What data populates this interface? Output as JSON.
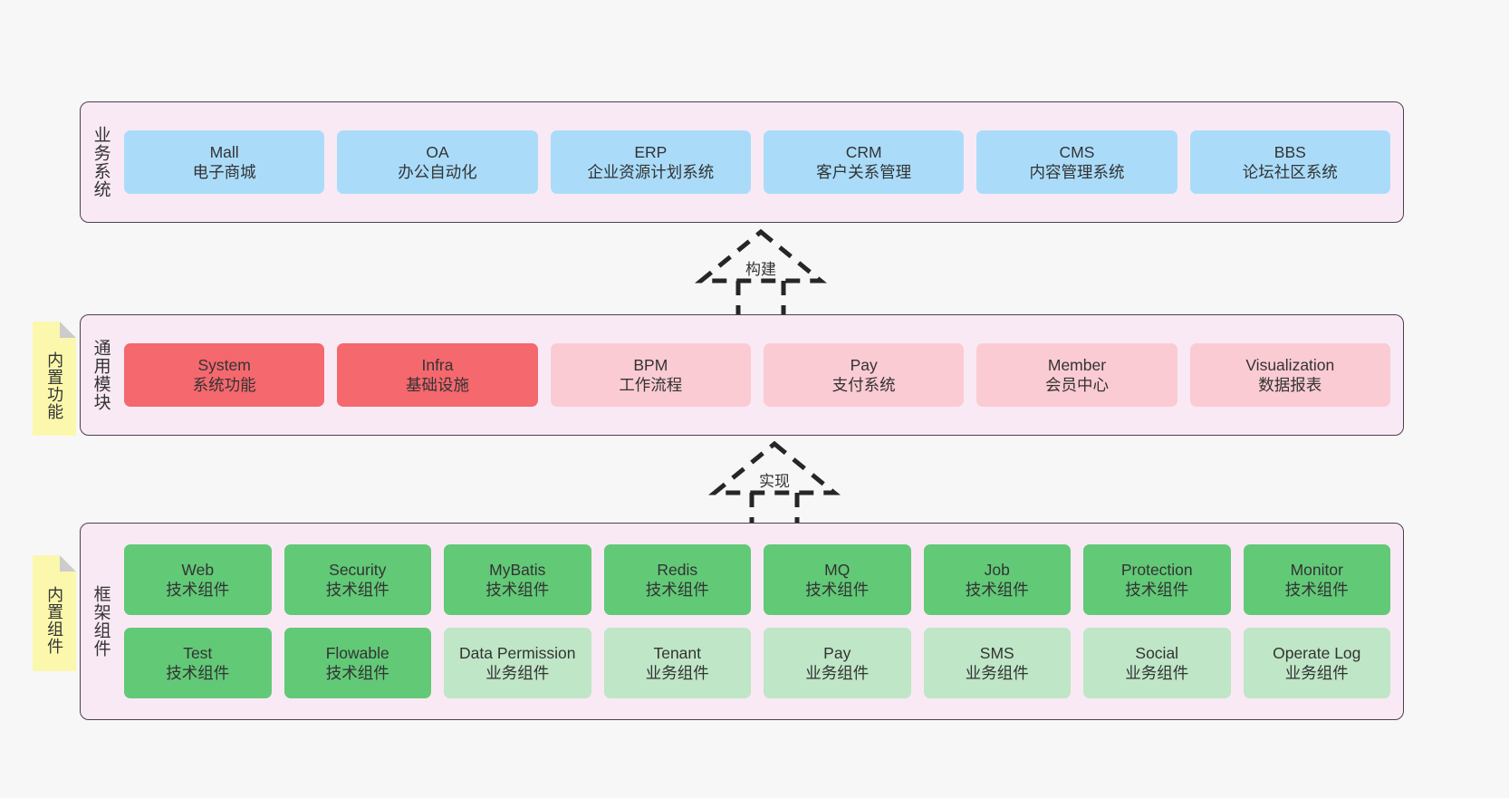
{
  "diagram": {
    "title_colors": {
      "panel_bg": "#f9e9f4",
      "panel_border": "#4a4050",
      "blue": "#aadcfa",
      "red": "#f4686e",
      "pink": "#fbcbd3",
      "green": "#62c977",
      "light_green": "#bfe6c6",
      "note_yellow": "#fbf8ae",
      "note_fold": "#cccccc",
      "canvas_bg": "#f7f7f7"
    },
    "layers": [
      {
        "id": "business",
        "caption": "业务系统",
        "rows": [
          {
            "cells": [
              {
                "en": "Mall",
                "cn": "电子商城",
                "color": "blue"
              },
              {
                "en": "OA",
                "cn": "办公自动化",
                "color": "blue"
              },
              {
                "en": "ERP",
                "cn": "企业资源计划系统",
                "color": "blue"
              },
              {
                "en": "CRM",
                "cn": "客户关系管理",
                "color": "blue"
              },
              {
                "en": "CMS",
                "cn": "内容管理系统",
                "color": "blue"
              },
              {
                "en": "BBS",
                "cn": "论坛社区系统",
                "color": "blue"
              }
            ]
          }
        ]
      },
      {
        "id": "modules",
        "caption": "通用模块",
        "note": "内置功能",
        "rows": [
          {
            "cells": [
              {
                "en": "System",
                "cn": "系统功能",
                "color": "red"
              },
              {
                "en": "Infra",
                "cn": "基础设施",
                "color": "red"
              },
              {
                "en": "BPM",
                "cn": "工作流程",
                "color": "pink"
              },
              {
                "en": "Pay",
                "cn": "支付系统",
                "color": "pink"
              },
              {
                "en": "Member",
                "cn": "会员中心",
                "color": "pink"
              },
              {
                "en": "Visualization",
                "cn": "数据报表",
                "color": "pink"
              }
            ]
          }
        ]
      },
      {
        "id": "framework",
        "caption": "框架组件",
        "note": "内置组件",
        "rows": [
          {
            "cells": [
              {
                "en": "Web",
                "cn": "技术组件",
                "color": "green"
              },
              {
                "en": "Security",
                "cn": "技术组件",
                "color": "green"
              },
              {
                "en": "MyBatis",
                "cn": "技术组件",
                "color": "green"
              },
              {
                "en": "Redis",
                "cn": "技术组件",
                "color": "green"
              },
              {
                "en": "MQ",
                "cn": "技术组件",
                "color": "green"
              },
              {
                "en": "Job",
                "cn": "技术组件",
                "color": "green"
              },
              {
                "en": "Protection",
                "cn": "技术组件",
                "color": "green"
              },
              {
                "en": "Monitor",
                "cn": "技术组件",
                "color": "green"
              }
            ]
          },
          {
            "cells": [
              {
                "en": "Test",
                "cn": "技术组件",
                "color": "green"
              },
              {
                "en": "Flowable",
                "cn": "技术组件",
                "color": "green"
              },
              {
                "en": "Data Permission",
                "cn": "业务组件",
                "color": "light_green"
              },
              {
                "en": "Tenant",
                "cn": "业务组件",
                "color": "light_green"
              },
              {
                "en": "Pay",
                "cn": "业务组件",
                "color": "light_green"
              },
              {
                "en": "SMS",
                "cn": "业务组件",
                "color": "light_green"
              },
              {
                "en": "Social",
                "cn": "业务组件",
                "color": "light_green"
              },
              {
                "en": "Operate Log",
                "cn": "业务组件",
                "color": "light_green"
              }
            ]
          }
        ]
      }
    ],
    "arrows": [
      {
        "id": "build",
        "label": "构建",
        "from": "modules",
        "to": "business"
      },
      {
        "id": "impl",
        "label": "实现",
        "from": "framework",
        "to": "modules"
      }
    ]
  }
}
